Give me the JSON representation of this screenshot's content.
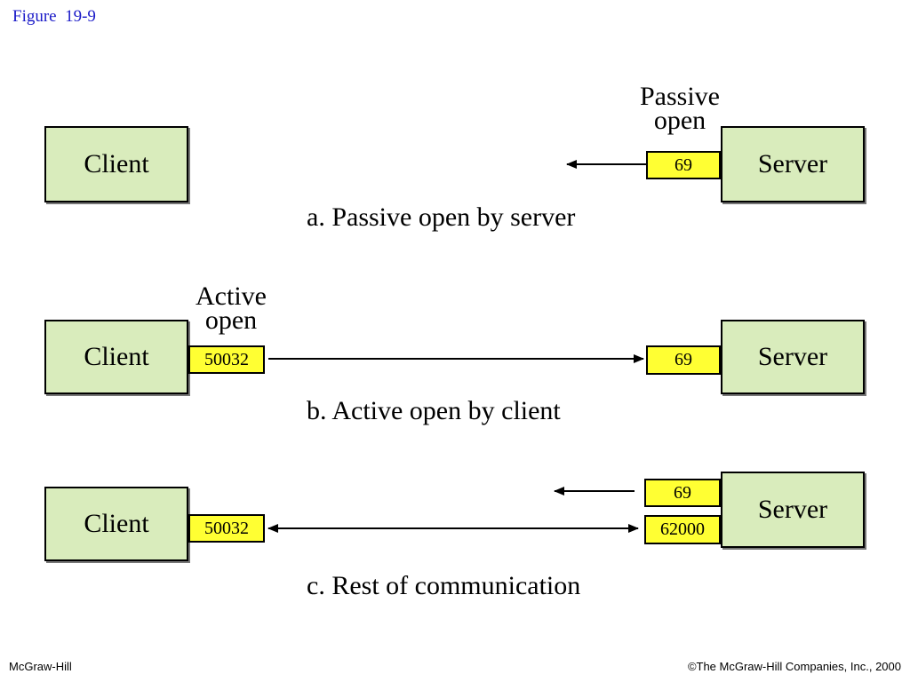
{
  "figure_title": "Figure  19-9",
  "panel_a": {
    "client": "Client",
    "server": "Server",
    "server_port": "69",
    "server_label_line1": "Passive",
    "server_label_line2": "open",
    "caption": "a. Passive open by server"
  },
  "panel_b": {
    "client": "Client",
    "server": "Server",
    "client_port": "50032",
    "server_port": "69",
    "client_label_line1": "Active",
    "client_label_line2": "open",
    "caption": "b. Active open by client"
  },
  "panel_c": {
    "client": "Client",
    "server": "Server",
    "client_port": "50032",
    "server_port_listen": "69",
    "server_port_conn": "62000",
    "caption": "c. Rest of communication"
  },
  "footer": {
    "left": "McGraw-Hill",
    "right": "©The McGraw-Hill Companies, Inc., 2000"
  }
}
